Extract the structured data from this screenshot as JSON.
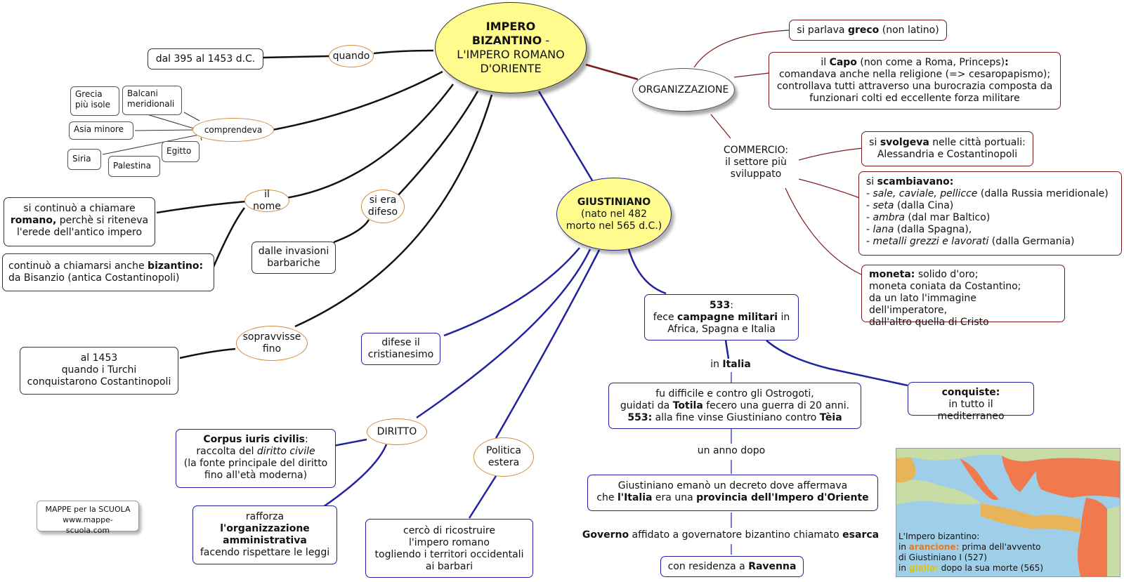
{
  "central": {
    "title_line1": "IMPERO",
    "title_line2": "BIZANTINO",
    "title_dash": " -",
    "subtitle_line1": "L'IMPERO ROMANO",
    "subtitle_line2": "D'ORIENTE"
  },
  "left": {
    "quando": {
      "label": "quando",
      "value": "dal 395 al 1453 d.C."
    },
    "comprendeva": {
      "label": "comprendeva",
      "regions": [
        "Grecia\npiù isole",
        "Balcani\nmeridionali",
        "Asia minore",
        "Egitto",
        "Siria",
        "Palestina"
      ]
    },
    "nome": {
      "label": "il nome",
      "text1_a": "si continuò a chiamare",
      "text1_b": "romano,",
      "text1_c": " perchè si riteneva",
      "text1_d": "l'erede dell'antico impero",
      "text2_a": "continuò a chiamarsi anche ",
      "text2_b": "bizantino:",
      "text2_c": "da Bisanzio (antica Costantinopoli)"
    },
    "difeso": {
      "label_1": "si era",
      "label_2": "difeso",
      "value_1": "dalle invasioni",
      "value_2": "barbariche"
    },
    "sopravvisse": {
      "label_1": "sopravvisse",
      "label_2": "fino",
      "value_1": "al 1453",
      "value_2": "quando i Turchi",
      "value_3": "conquistarono Costantinopoli"
    }
  },
  "right": {
    "organizzazione": "ORGANIZZAZIONE",
    "greco": {
      "a": "si parlava ",
      "b": "greco",
      "c": " (non latino)"
    },
    "capo": {
      "a": "il ",
      "b": "Capo",
      "c": " (non come a Roma, Princeps)",
      "d": ":",
      "line2": "comandava anche nella religione (=> cesaropapismo);",
      "line3": "controllava tutti attraverso una burocrazia composta da",
      "line4": "funzionari colti ed eccellente forza militare"
    },
    "commercio": {
      "line1": "COMMERCIO:",
      "line2": "il settore più",
      "line3": "sviluppato"
    },
    "svolgeva": {
      "a": "si ",
      "b": "svolgeva",
      "c": " nelle città portuali:",
      "line2": "Alessandria e Costantinopoli"
    },
    "scambiavano": {
      "a": "si ",
      "b": "scambiavano:",
      "items": [
        {
          "goods": "sale,  caviale, pellicce",
          "origin": "  (dalla Russia meridionale)"
        },
        {
          "goods": "seta",
          "origin": "  (dalla Cina)"
        },
        {
          "goods": "ambra",
          "origin": "  (dal mar Baltico)"
        },
        {
          "goods": "lana",
          "origin": "  (dalla Spagna),"
        },
        {
          "goods": "metalli grezzi e lavorati",
          "origin": "  (dalla Germania)"
        }
      ]
    },
    "moneta": {
      "a": "moneta:",
      "b": " solido d'oro;",
      "line2": "moneta coniata da Costantino;",
      "line3": "da un lato l'immagine dell'imperatore,",
      "line4": "dall'altro quella di Cristo"
    }
  },
  "giustiniano": {
    "title": "GIUSTINIANO",
    "line2": "(nato nel 482",
    "line3": "morto nel 565 d.C.)",
    "cristianesimo": {
      "line1": "difese il",
      "line2": "cristianesimo"
    },
    "diritto": {
      "label": "DIRITTO",
      "corpus_a": "Corpus iuris civilis",
      "corpus_b": ":",
      "corpus_c": "raccolta del ",
      "corpus_d": "diritto  civile",
      "corpus_e": "(la fonte principale del diritto",
      "corpus_f": "fino all'età moderna)",
      "rafforza_1": "rafforza",
      "rafforza_2": "l'organizzazione",
      "rafforza_3": "amministrativa",
      "rafforza_4": "facendo rispettare le leggi"
    },
    "politica": {
      "label_1": "Politica",
      "label_2": "estera",
      "text_1": "cercò di ricostruire",
      "text_2": "l'impero romano",
      "text_3": "togliendo i territori occidentali",
      "text_4": "ai barbari"
    },
    "campagne": {
      "year": "533",
      "colon": ":",
      "b_a": "fece ",
      "b_b": "campagne militari",
      "b_c": " in",
      "line3": "Africa, Spagna e Italia"
    },
    "conquiste": {
      "a": "conquiste:",
      "line2": "in tutto il mediterraneo"
    },
    "italia": {
      "label_a": "in ",
      "label_b": "Italia",
      "l1": "fu difficile e contro gli Ostrogoti,",
      "l2_a": "guidati da ",
      "l2_b": "Totila",
      "l2_c": " fecero una guerra di 20 anni.",
      "l3_a": "553:",
      "l3_b": " alla fine vinse Giustiniano contro ",
      "l3_c": "Tèia",
      "anno_dopo": "un anno dopo",
      "decreto_1": "Giustiniano emanò un decreto dove affermava",
      "decreto_2a": "che ",
      "decreto_2b": "l'Italia",
      "decreto_2c": " era una ",
      "decreto_2d": "provincia dell'Impero d'Oriente",
      "governo_a": "Governo",
      "governo_b": " affidato a governatore bizantino chiamato ",
      "governo_c": "esarca",
      "ravenna_a": "con residenza a ",
      "ravenna_b": "Ravenna"
    }
  },
  "brand": {
    "line1": "MAPPE per la SCUOLA",
    "line2": "www.mappe-scuola.com"
  },
  "map": {
    "legend_1": "L'Impero bizantino:",
    "legend_2a": "in ",
    "legend_2b": "arancione:",
    "legend_2c": " prima dell'avvento",
    "legend_3": "di Giustiniano I (527)",
    "legend_4a": "in ",
    "legend_4b": "giallo:",
    "legend_4c": " dopo la sua morte (565)"
  },
  "colors": {
    "black_links": "#111111",
    "red_links": "#7b1a1a",
    "blue_links": "#2222a0",
    "orange_oval": "#d68a3c",
    "yellow_fill": "#fffb8c"
  }
}
